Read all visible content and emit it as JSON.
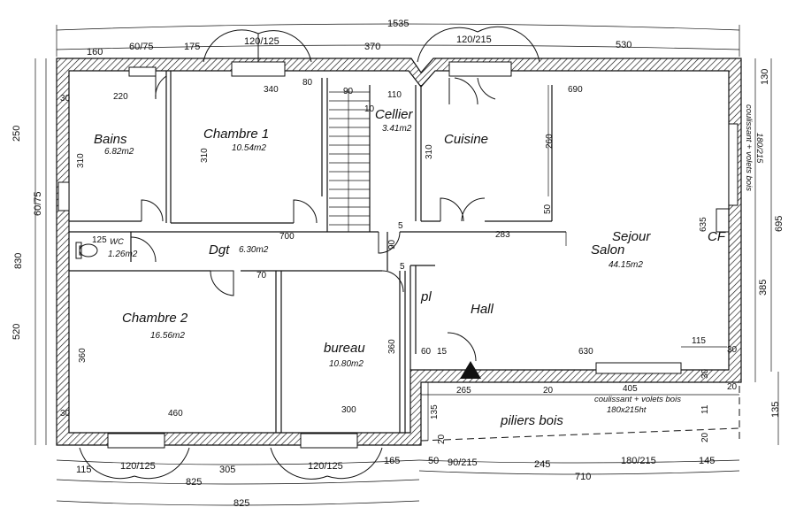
{
  "rooms": {
    "bains": {
      "name": "Bains",
      "area": "6.82m2"
    },
    "chambre1": {
      "name": "Chambre 1",
      "area": "10.54m2"
    },
    "cellier": {
      "name": "Cellier",
      "area": "3.41m2"
    },
    "cuisine": {
      "name": "Cuisine"
    },
    "wc": {
      "name": "WC",
      "area": "1.26m2"
    },
    "dgt": {
      "name": "Dgt",
      "area": "6.30m2"
    },
    "sejour": {
      "name1": "Sejour",
      "name2": "Salon",
      "area": "44.15m2"
    },
    "cf": {
      "name": "CF"
    },
    "chambre2": {
      "name": "Chambre 2",
      "area": "16.56m2"
    },
    "bureau": {
      "name": "bureau",
      "area": "10.80m2"
    },
    "hall": {
      "name": "Hall"
    },
    "pl": {
      "name": "pl"
    },
    "piliers": {
      "name": "piliers bois"
    }
  },
  "notes": {
    "coulissant_bottom": "coulissant + volets bois",
    "coulissant_bottom_size": "180x215ht",
    "coulissant_right": "coulissant + volets bois",
    "coulissant_right_size": "180/215"
  },
  "dims_top": {
    "total": "1535",
    "d160": "160",
    "d6075": "60/75",
    "d175": "175",
    "d120125": "120/125",
    "d370": "370",
    "d120215": "120/215",
    "d530": "530"
  },
  "dims_inner": {
    "d220": "220",
    "d340": "340",
    "d80": "80",
    "d90": "90",
    "d110": "110",
    "d690": "690",
    "d30a": "30",
    "d10": "10",
    "d310a": "310",
    "d310b": "310",
    "d310c": "310",
    "d260": "260",
    "d50": "50",
    "d635": "635",
    "d125": "125",
    "d700": "700",
    "d283": "283",
    "d90b": "90",
    "d5a": "5",
    "d5b": "5",
    "d70": "70",
    "d360a": "360",
    "d360b": "360",
    "d60": "60",
    "d15": "15",
    "d630": "630",
    "d115": "115",
    "d30b": "30",
    "d30c": "30",
    "d265": "265",
    "d20a": "20",
    "d405": "405",
    "d20b": "20",
    "d460": "460",
    "d300": "300",
    "d30d": "30",
    "d135": "135",
    "d11": "11",
    "d20c": "20",
    "d20d": "20"
  },
  "dims_left": {
    "d250": "250",
    "d6075": "60/75",
    "d830": "830",
    "d520": "520"
  },
  "dims_right": {
    "d130": "130",
    "d695": "695",
    "d385": "385",
    "d135": "135"
  },
  "dims_bottom": {
    "d115": "115",
    "d120125": "120/125",
    "d305": "305",
    "d120125b": "120/125",
    "d165": "165",
    "d50": "50",
    "d90215": "90/215",
    "d245": "245",
    "d180215": "180/215",
    "d145": "145",
    "d825a": "825",
    "d710": "710",
    "d825b": "825"
  },
  "colors": {
    "ink": "#111111",
    "wall_hatch": "#111111",
    "background": "#ffffff"
  }
}
